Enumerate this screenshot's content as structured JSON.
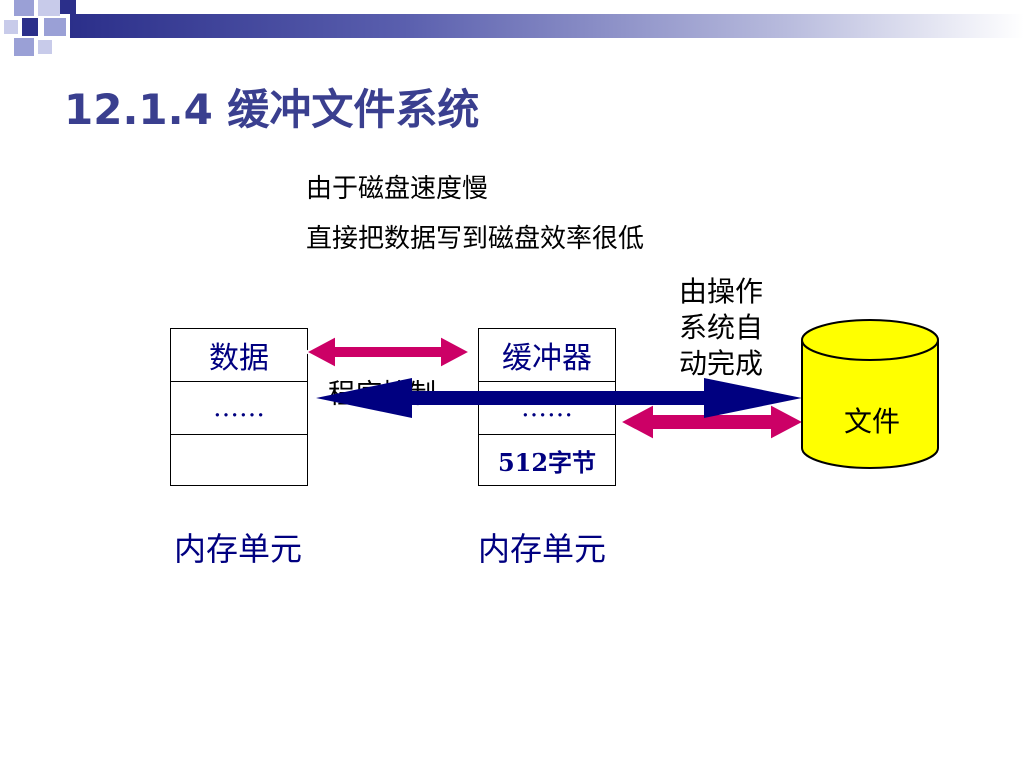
{
  "title": "12.1.4 缓冲文件系统",
  "notes": [
    "由于磁盘速度慢",
    "直接把数据写到磁盘效率很低"
  ],
  "os_note": [
    "由操作",
    "系统自",
    "动完成"
  ],
  "program_label": "程序控制",
  "data_memory": {
    "cells": [
      "数据",
      "……",
      ""
    ],
    "label": "内存单元"
  },
  "buffer": {
    "cells": [
      "缓冲器",
      "……",
      "512字节"
    ],
    "label": "内存单元"
  },
  "file": {
    "label": "文件",
    "fill": "#ffff00"
  },
  "colors": {
    "title": "#3a3f8f",
    "text_blue": "#000080",
    "arrow_pink": "#cc0066",
    "arrow_navy": "#000080"
  }
}
